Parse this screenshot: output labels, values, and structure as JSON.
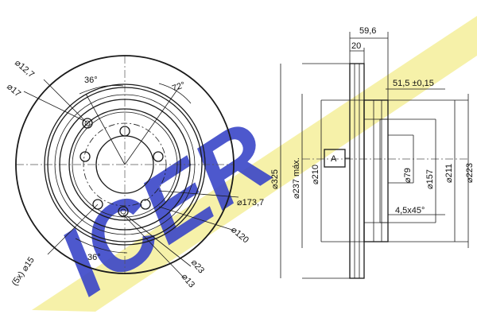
{
  "brand": {
    "logo_text": "ICER",
    "colors": {
      "logo_blue": "#3a46c8",
      "logo_yellow": "#f4ef9a",
      "ink": "#1a1a1a"
    }
  },
  "front_view": {
    "angle_top": "36°",
    "angle_bottom": "36°",
    "angle_right": "72°",
    "dia_12_7": "⌀12,7",
    "dia_17": "⌀17",
    "dia_173_7": "⌀173,7",
    "dia_120": "⌀120",
    "dia_23": "⌀23",
    "dia_13": "⌀13",
    "holes_15": "(5x) ⌀15"
  },
  "side_view": {
    "width_59_6": "59,6",
    "width_20": "20",
    "offset": "51,5 ±0,15",
    "datum": "A",
    "dia_325": "⌀325",
    "dia_237": "⌀237 máx.",
    "dia_210": "⌀210",
    "dia_79": "⌀79",
    "dia_157": "⌀157",
    "dia_211": "⌀211",
    "dia_223": "⌀223",
    "chamfer": "4,5x45°"
  }
}
